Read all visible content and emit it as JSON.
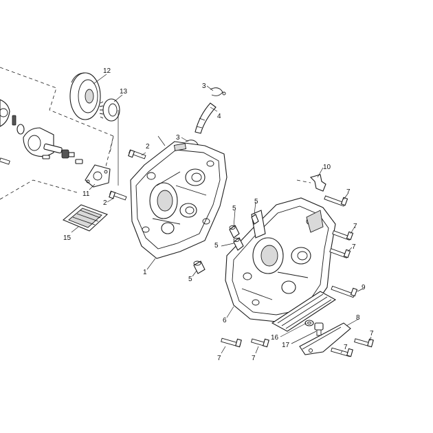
{
  "diagram": {
    "callouts": [
      {
        "id": "c12",
        "text": "12"
      },
      {
        "id": "c13",
        "text": "13"
      },
      {
        "id": "c3a",
        "text": "3"
      },
      {
        "id": "c4",
        "text": "4"
      },
      {
        "id": "c3b",
        "text": "3"
      },
      {
        "id": "c2a",
        "text": "2"
      },
      {
        "id": "c10",
        "text": "10"
      },
      {
        "id": "c11",
        "text": "11"
      },
      {
        "id": "c2b",
        "text": "2"
      },
      {
        "id": "c7a",
        "text": "7"
      },
      {
        "id": "c5a",
        "text": "5"
      },
      {
        "id": "c5b",
        "text": "5"
      },
      {
        "id": "c15",
        "text": "15"
      },
      {
        "id": "c7b",
        "text": "7"
      },
      {
        "id": "c5c",
        "text": "5"
      },
      {
        "id": "c7c",
        "text": "7"
      },
      {
        "id": "c1",
        "text": "1"
      },
      {
        "id": "c5d",
        "text": "5"
      },
      {
        "id": "c9",
        "text": "9"
      },
      {
        "id": "c8",
        "text": "8"
      },
      {
        "id": "c6",
        "text": "6"
      },
      {
        "id": "c16",
        "text": "16"
      },
      {
        "id": "c17",
        "text": "17"
      },
      {
        "id": "c7d",
        "text": "7"
      },
      {
        "id": "c7e",
        "text": "7"
      },
      {
        "id": "c7f",
        "text": "7"
      },
      {
        "id": "c7g",
        "text": "7"
      }
    ]
  }
}
